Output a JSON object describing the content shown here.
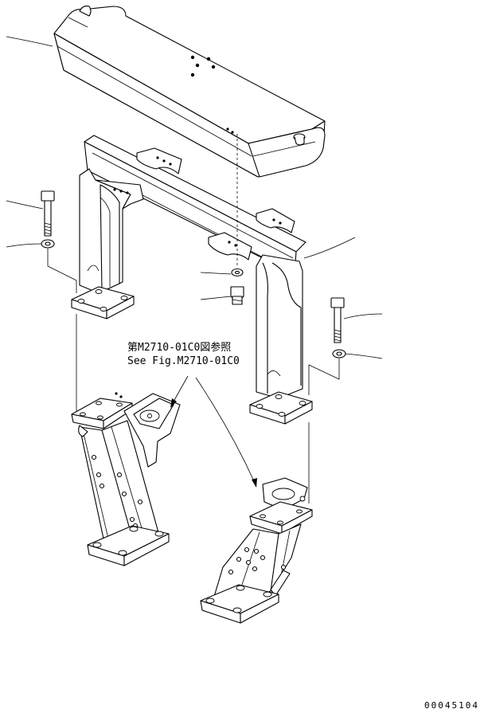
{
  "callout": {
    "jp": "第M2710-01C0図参照",
    "en": "See Fig.M2710-01C0"
  },
  "drawing_number": "00045104"
}
